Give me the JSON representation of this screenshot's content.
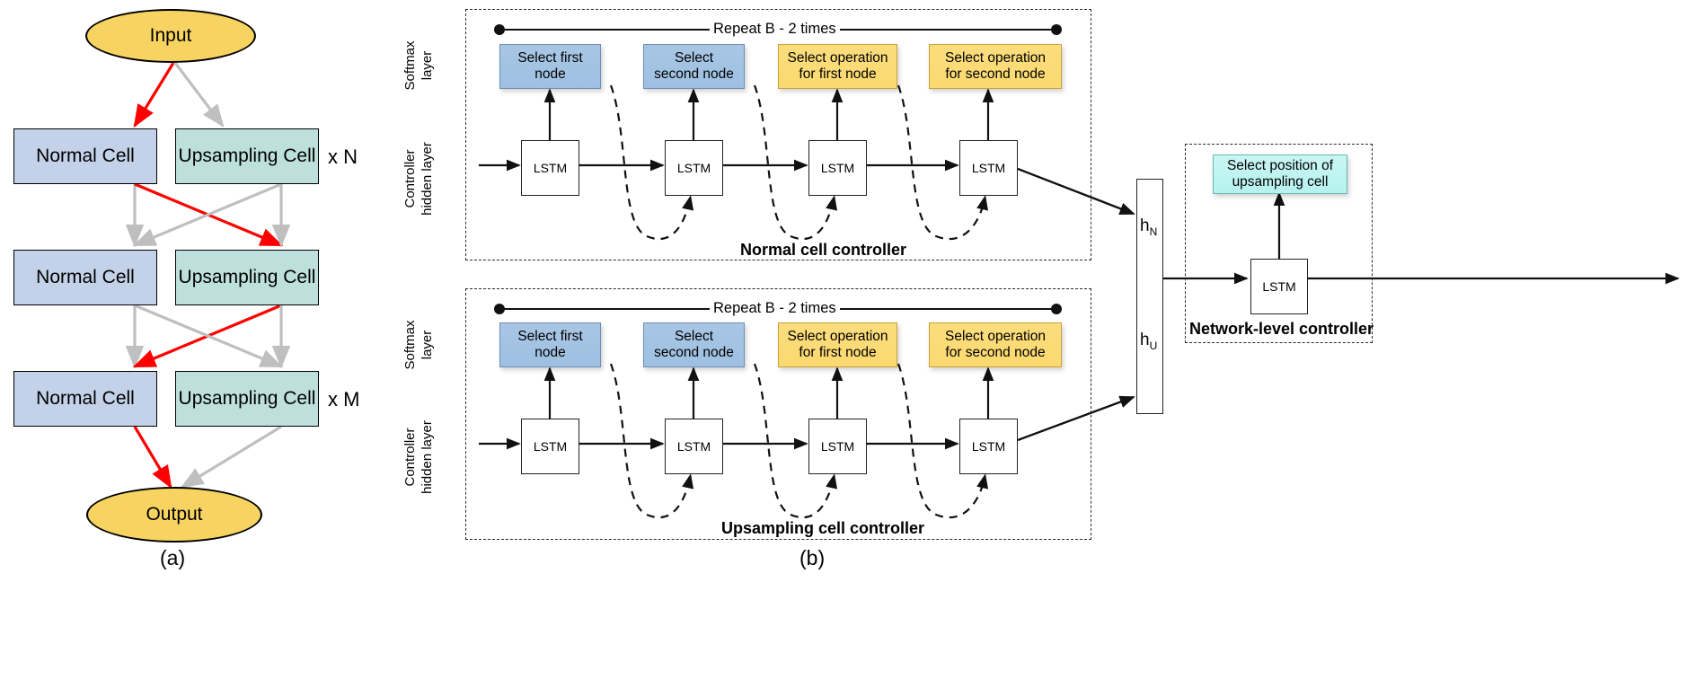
{
  "figure": {
    "panel_a_caption": "(a)",
    "panel_b_caption": "(b)"
  },
  "panel_a": {
    "input_label": "Input",
    "output_label": "Output",
    "rows": [
      {
        "normal": "Normal Cell",
        "upsampling": "Upsampling Cell",
        "multiplier": "x N"
      },
      {
        "normal": "Normal Cell",
        "upsampling": "Upsampling Cell",
        "multiplier": ""
      },
      {
        "normal": "Normal Cell",
        "upsampling": "Upsampling Cell",
        "multiplier": "x M"
      }
    ],
    "colors": {
      "ellipse": "#f7d461",
      "normal_cell": "#c3d2e8",
      "upsampling_cell": "#bde0dc",
      "selected_path": "#ff0000",
      "unselected_path": "#bfbfbf"
    }
  },
  "panel_b": {
    "axis_labels": {
      "softmax": "Softmax\nlayer",
      "softmax_line1": "Softmax",
      "softmax_line2": "layer",
      "hidden_line1": "Controller",
      "hidden_line2": "hidden layer"
    },
    "controllers": [
      {
        "name": "Normal cell controller",
        "repeat_label": "Repeat B - 2 times",
        "softmax_boxes": [
          {
            "label": "Select first node",
            "line1": "Select first",
            "line2": "node",
            "color": "#a9c6e4",
            "kind": "blue"
          },
          {
            "label": "Select second node",
            "line1": "Select",
            "line2": "second node",
            "color": "#a9c6e4",
            "kind": "blue"
          },
          {
            "label": "Select operation for first node",
            "line1": "Select operation",
            "line2": "for first node",
            "color": "#fbd96f",
            "kind": "yellow"
          },
          {
            "label": "Select operation for second node",
            "line1": "Select operation",
            "line2": "for second node",
            "color": "#fbd96f",
            "kind": "yellow"
          }
        ],
        "lstm_cells": [
          "LSTM",
          "LSTM",
          "LSTM",
          "LSTM"
        ],
        "output_state": "h_N"
      },
      {
        "name": "Upsampling cell controller",
        "repeat_label": "Repeat B - 2 times",
        "softmax_boxes": [
          {
            "label": "Select first node",
            "line1": "Select first",
            "line2": "node",
            "color": "#a9c6e4",
            "kind": "blue"
          },
          {
            "label": "Select second node",
            "line1": "Select",
            "line2": "second node",
            "color": "#a9c6e4",
            "kind": "blue"
          },
          {
            "label": "Select operation for first node",
            "line1": "Select operation",
            "line2": "for first node",
            "color": "#fbd96f",
            "kind": "yellow"
          },
          {
            "label": "Select operation for second node",
            "line1": "Select operation",
            "line2": "for second node",
            "color": "#fbd96f",
            "kind": "yellow"
          }
        ],
        "lstm_cells": [
          "LSTM",
          "LSTM",
          "LSTM",
          "LSTM"
        ],
        "output_state": "h_U"
      }
    ],
    "state_bar": {
      "top_state_base": "h",
      "top_state_sub": "N",
      "bottom_state_base": "h",
      "bottom_state_sub": "U"
    },
    "network_controller": {
      "name": "Network-level controller",
      "softmax_box": {
        "label": "Select position of upsampling cell",
        "line1": "Select position of",
        "line2": "upsampling cell",
        "color": "#b6f2ef"
      },
      "lstm_label": "LSTM"
    }
  }
}
